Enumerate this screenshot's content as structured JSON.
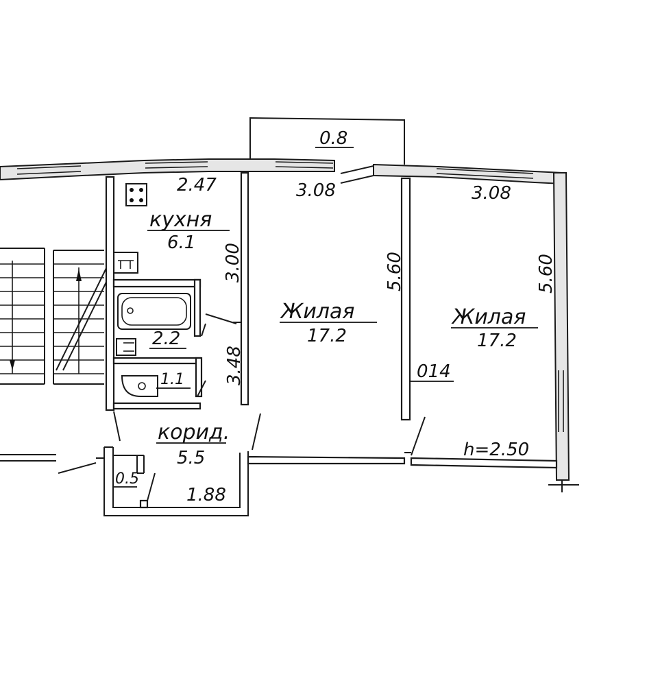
{
  "rooms": {
    "kitchen": {
      "name": "кухня",
      "area": "6.1",
      "width": "2.47",
      "length": "3.00"
    },
    "living_left": {
      "name": "Жилая",
      "area": "17.2",
      "width": "3.08",
      "length": "5.60"
    },
    "living_right": {
      "name": "Жилая",
      "area": "17.2",
      "width": "3.08",
      "length": "5.60"
    },
    "bathroom": {
      "area": "2.2"
    },
    "toilet": {
      "area": "1.1"
    },
    "corridor": {
      "name": "корид.",
      "area": "5.5",
      "length": "3.48"
    },
    "closet": {
      "area": "0.5",
      "width": "1.88"
    },
    "balcony": {
      "area": "0.8"
    }
  },
  "door_mark": "014",
  "ceiling_height": "h=2.50"
}
